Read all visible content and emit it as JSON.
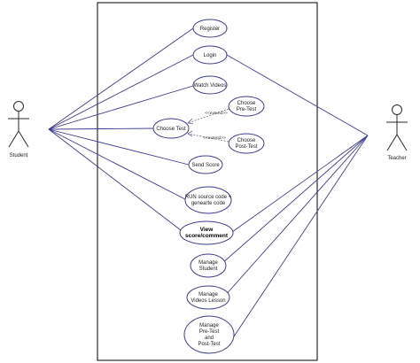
{
  "actors": {
    "student": {
      "label": "Student"
    },
    "teacher": {
      "label": "Teacher"
    }
  },
  "use_cases": {
    "register": {
      "lines": [
        "Register"
      ]
    },
    "login": {
      "lines": [
        "Login"
      ]
    },
    "watch_videos": {
      "lines": [
        "Watch Videos"
      ]
    },
    "choose_test": {
      "lines": [
        "Choose Test"
      ]
    },
    "choose_pre_test": {
      "lines": [
        "Choose",
        "Pre-Test"
      ]
    },
    "choose_post_test": {
      "lines": [
        "Choose",
        "Post-Test"
      ]
    },
    "send_score": {
      "lines": [
        "Send Score"
      ]
    },
    "run_source_code": {
      "lines": [
        "RUN source code +",
        "genearte code"
      ]
    },
    "view_score_comment": {
      "lines": [
        "View",
        "score/comment"
      ]
    },
    "manage_student": {
      "lines": [
        "Manage",
        "Student"
      ]
    },
    "manage_videos_lesson": {
      "lines": [
        "Manage",
        "Videos Lesson"
      ]
    },
    "manage_tests": {
      "lines": [
        "Manage",
        "Pre-Test",
        "and",
        "Post-Test"
      ]
    }
  },
  "relations": {
    "extend_pre": "<<extend>>",
    "extend_post": "<<extend>>"
  },
  "colors": {
    "line": "#3d3d8f",
    "ellipse_stroke": "#3d3d8f",
    "ellipse_fill": "#ffffff",
    "boundary": "#000000",
    "extend": "#6a6a8a"
  }
}
